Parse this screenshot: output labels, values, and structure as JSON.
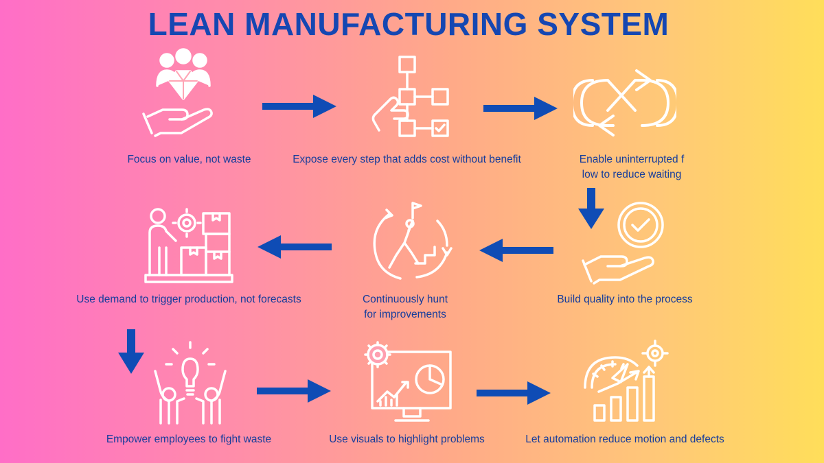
{
  "title": "LEAN MANUFACTURING SYSTEM",
  "colors": {
    "title": "#1547b2",
    "label": "#163c9c",
    "arrow": "#0f4cb5",
    "icon": "#ffffff"
  },
  "steps": [
    {
      "icon": "value-diamond-hand-icon",
      "label": "Focus on value, not waste"
    },
    {
      "icon": "process-map-icon",
      "label": "Expose every step that adds cost without benefit"
    },
    {
      "icon": "flow-cycle-arrows-icon",
      "line1": "Enable uninterrupted f",
      "line2": "low to reduce waiting"
    },
    {
      "icon": "quality-check-hand-icon",
      "label": "Build quality into the process"
    },
    {
      "icon": "climbing-improvement-icon",
      "line1": "Continuously hunt",
      "line2": "for improvements"
    },
    {
      "icon": "demand-worker-boxes-icon",
      "label": "Use demand to trigger production, not forecasts"
    },
    {
      "icon": "empowered-employees-icon",
      "label": "Empower employees to fight waste"
    },
    {
      "icon": "visual-dashboard-icon",
      "label": "Use visuals to highlight problems"
    },
    {
      "icon": "automation-growth-icon",
      "label": "Let automation reduce motion and defects"
    }
  ]
}
